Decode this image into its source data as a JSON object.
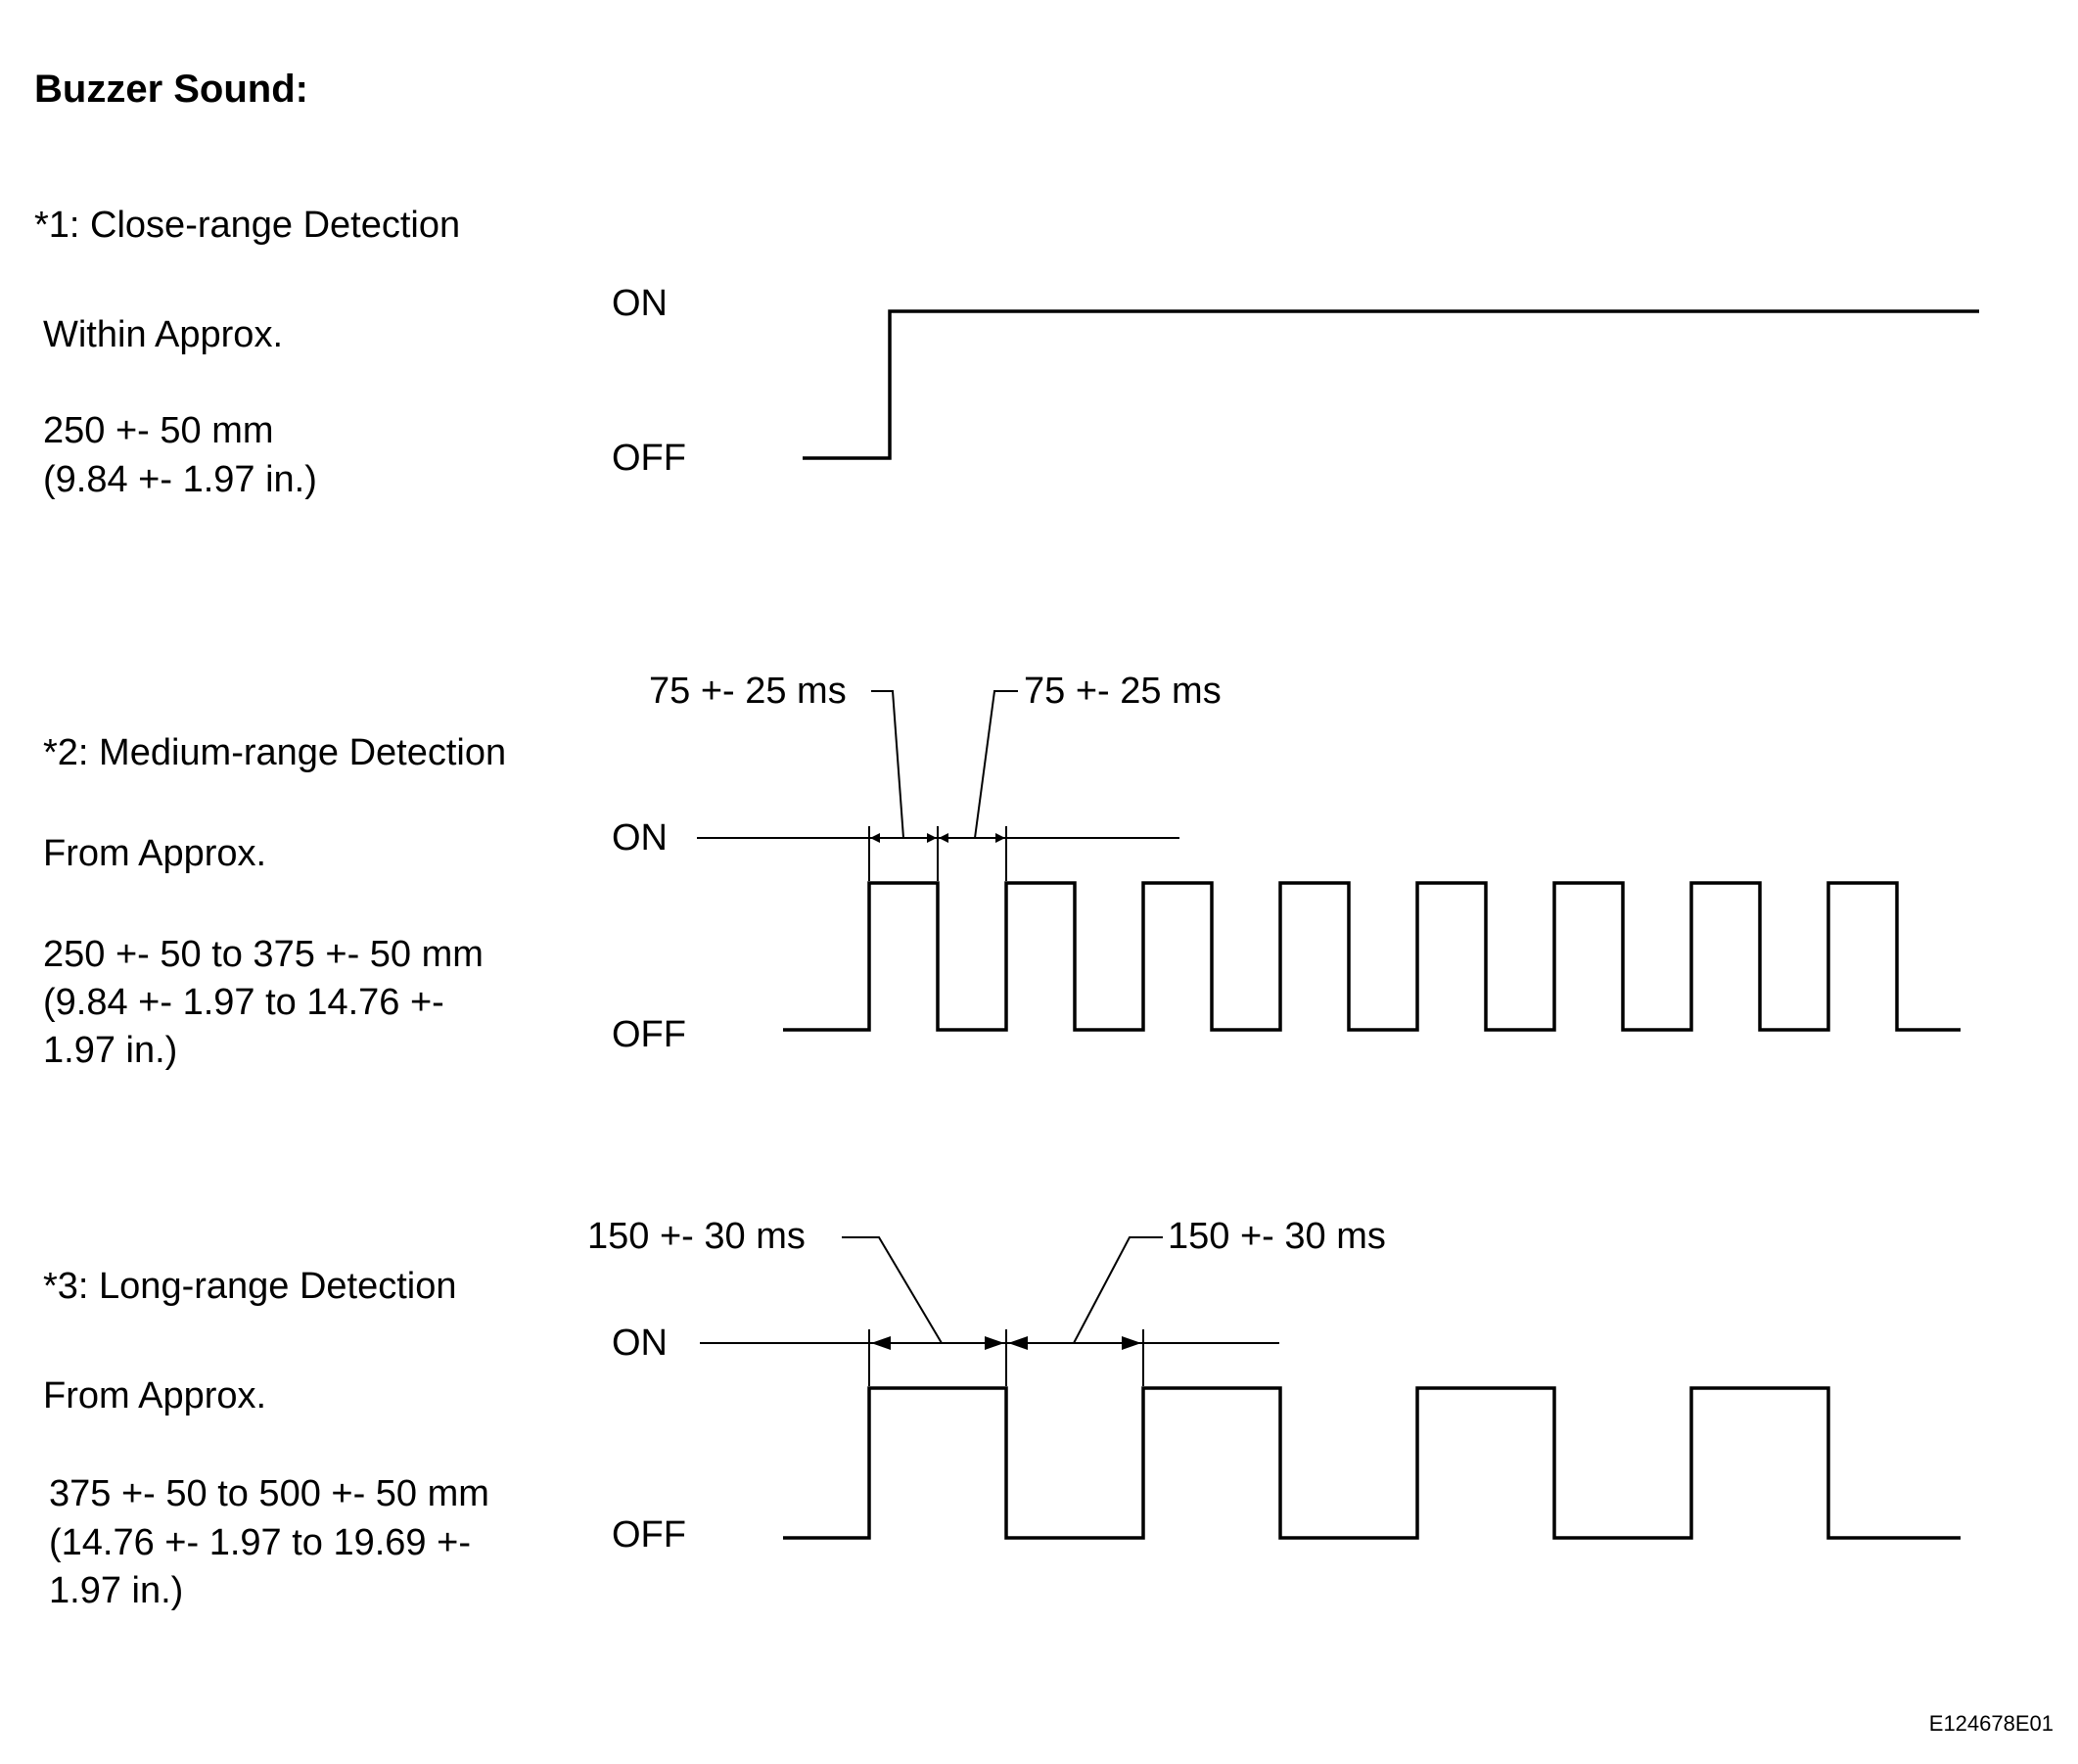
{
  "title": "Buzzer Sound:",
  "state_on": "ON",
  "state_off": "OFF",
  "figure_code": "E124678E01",
  "sections": [
    {
      "heading": "*1: Close-range Detection",
      "range_lines": [
        "Within Approx.",
        "250 +- 50 mm",
        "(9.84 +- 1.97 in.)"
      ],
      "signal": "continuous ON",
      "timings": []
    },
    {
      "heading": "*2: Medium-range Detection",
      "range_lines": [
        "From Approx.",
        "250 +- 50 to 375 +- 50 mm",
        "(9.84 +- 1.97 to 14.76 +-",
        "1.97 in.)"
      ],
      "signal": "intermittent",
      "timings": [
        "75 +- 25 ms",
        "75 +- 25 ms"
      ]
    },
    {
      "heading": "*3: Long-range Detection",
      "range_lines": [
        "From Approx.",
        "375 +- 50 to 500 +- 50 mm",
        "(14.76 +- 1.97 to 19.69 +-",
        "1.97 in.)"
      ],
      "signal": "intermittent",
      "timings": [
        "150 +- 30 ms",
        "150 +- 30 ms"
      ]
    }
  ]
}
